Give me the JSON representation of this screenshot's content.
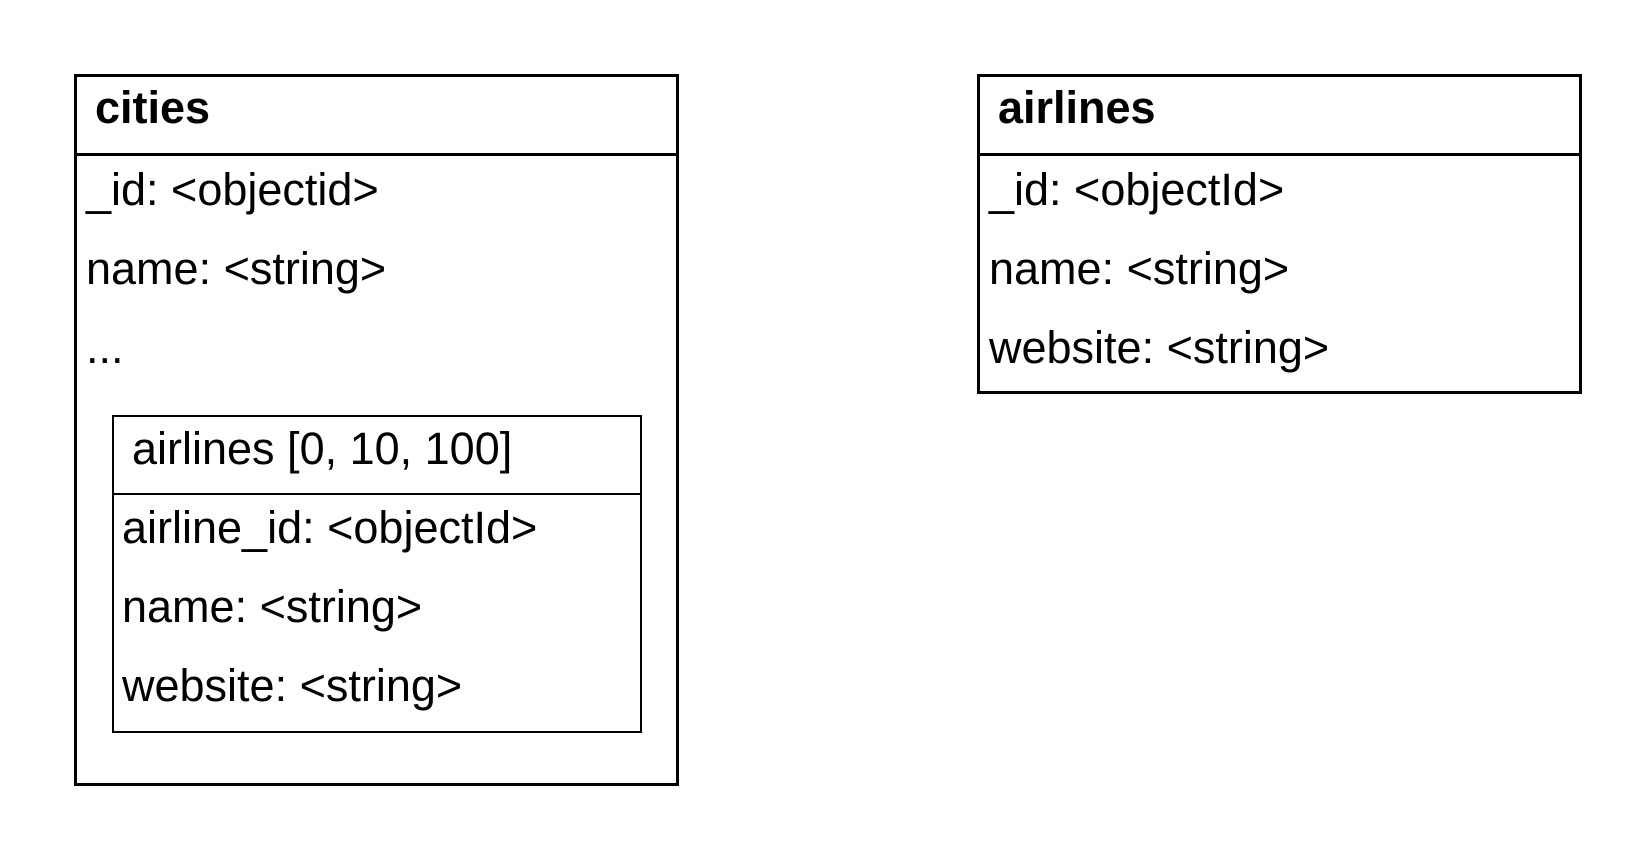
{
  "cities": {
    "title": "cities",
    "fields": [
      "_id: <objectid>",
      "name: <string>",
      "..."
    ],
    "embedded": {
      "title": "airlines [0, 10, 100]",
      "fields": [
        "airline_id: <objectId>",
        "name: <string>",
        "website: <string>"
      ]
    }
  },
  "airlines": {
    "title": "airlines",
    "fields": [
      "_id: <objectId>",
      "name: <string>",
      "website: <string>"
    ]
  }
}
